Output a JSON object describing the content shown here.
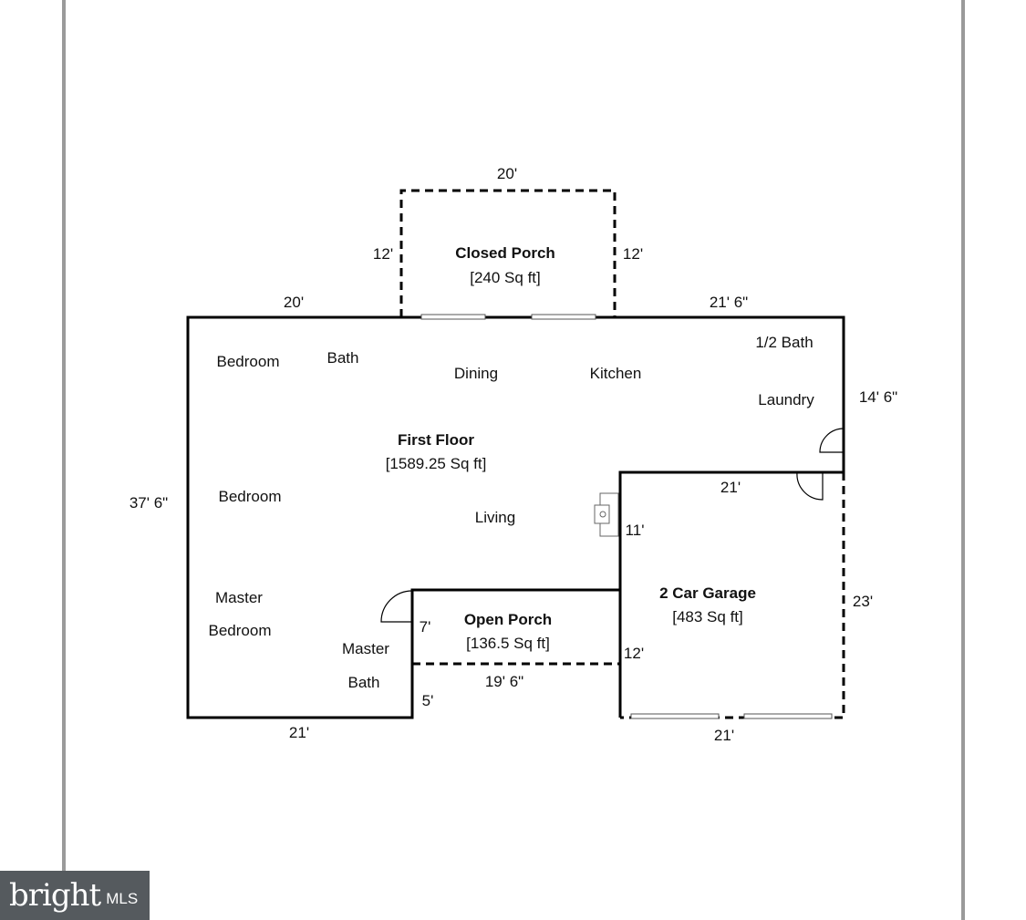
{
  "logo": {
    "brand": "bright",
    "suffix": "MLS"
  },
  "areas": {
    "closed_porch": {
      "title": "Closed Porch",
      "size": "[240 Sq ft]"
    },
    "first_floor": {
      "title": "First Floor",
      "size": "[1589.25 Sq ft]"
    },
    "open_porch": {
      "title": "Open Porch",
      "size": "[136.5 Sq ft]"
    },
    "garage": {
      "title": "2 Car Garage",
      "size": "[483 Sq ft]"
    }
  },
  "rooms": {
    "bedroom_1": "Bedroom",
    "bath": "Bath",
    "dining": "Dining",
    "kitchen": "Kitchen",
    "half_bath": "1/2 Bath",
    "laundry": "Laundry",
    "bedroom_2": "Bedroom",
    "living": "Living",
    "master_bedroom_1": "Master",
    "master_bedroom_2": "Bedroom",
    "master_bath_1": "Master",
    "master_bath_2": "Bath"
  },
  "dimensions": {
    "porch_top": "20'",
    "porch_left": "12'",
    "porch_right": "12'",
    "house_top_left": "20'",
    "house_top_right": "21' 6\"",
    "house_right_upper": "14' 6\"",
    "house_left": "37' 6\"",
    "garage_top": "21'",
    "living_step": "11'",
    "garage_right": "23'",
    "open_porch_left": "7'",
    "open_porch_right": "12'",
    "open_porch_bottom": "19' 6\"",
    "master_bath_step": "5'",
    "house_bottom": "21'",
    "garage_bottom": "21'"
  }
}
